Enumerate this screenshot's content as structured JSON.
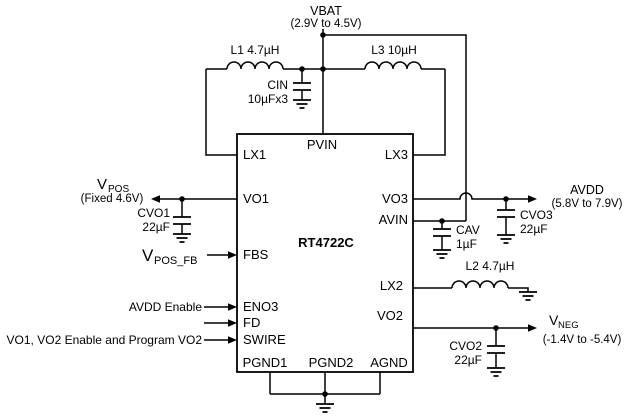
{
  "supply": {
    "name": "VBAT",
    "range": "(2.9V to 4.5V)"
  },
  "chip": {
    "name": "RT4722C"
  },
  "pins": {
    "lx1": "LX1",
    "pvin": "PVIN",
    "lx3": "LX3",
    "vo1": "VO1",
    "vo3": "VO3",
    "avin": "AVIN",
    "fbs": "FBS",
    "eno3": "ENO3",
    "fd": "FD",
    "swire": "SWIRE",
    "lx2": "LX2",
    "vo2": "VO2",
    "pgnd1": "PGND1",
    "pgnd2": "PGND2",
    "agnd": "AGND"
  },
  "inductors": {
    "l1": "L1 4.7µH",
    "l3": "L3 10µH",
    "l2": "L2 4.7µH"
  },
  "capacitors": {
    "cin": {
      "name": "CIN",
      "value": "10µFx3"
    },
    "cvo1": {
      "name": "CVO1",
      "value": "22µF"
    },
    "cvo3": {
      "name": "CVO3",
      "value": "22µF"
    },
    "cav": {
      "name": "CAV",
      "value": "1µF"
    },
    "cvo2": {
      "name": "CVO2",
      "value": "22µF"
    }
  },
  "rails": {
    "vpos": {
      "symbol": "V",
      "subscript": "POS",
      "range": "(Fixed 4.6V)"
    },
    "avdd": {
      "name": "AVDD",
      "range": "(5.8V to 7.9V)"
    },
    "vneg": {
      "symbol": "V",
      "subscript": "NEG",
      "range": "(-1.4V to -5.4V)"
    }
  },
  "controls": {
    "vpos_fb": {
      "symbol": "V",
      "subscript": "POS_FB"
    },
    "eno3_label": "AVDD Enable",
    "swire_label": "VO1, VO2 Enable and Program VO2"
  },
  "colors": {
    "ink": "#000000",
    "background": "#ffffff"
  }
}
